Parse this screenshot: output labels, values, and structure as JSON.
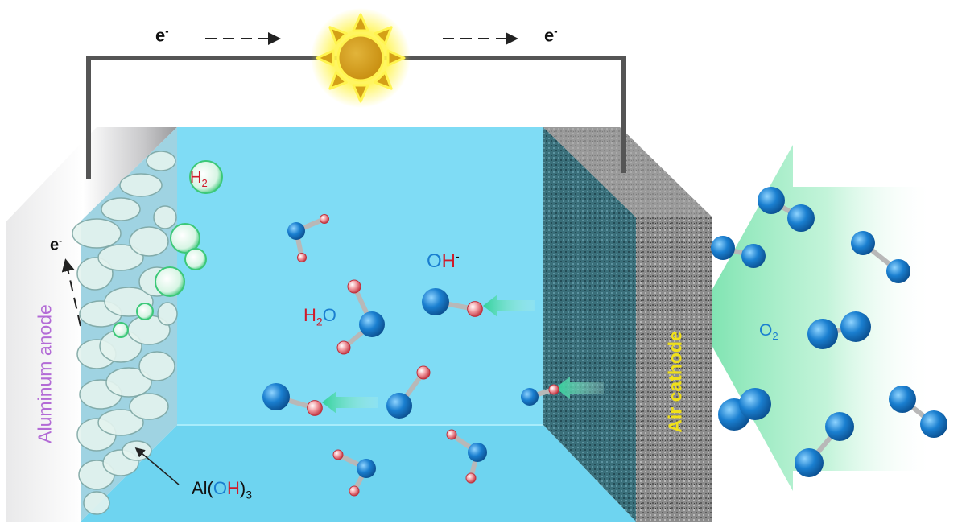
{
  "circuit": {
    "electron_left": "e",
    "electron_right": "e",
    "electron_superscript": "-"
  },
  "anode": {
    "label": "Aluminum anode",
    "electron": "e",
    "electron_superscript": "-"
  },
  "cathode": {
    "label": "Air cathode"
  },
  "species": {
    "h2": {
      "H": "H",
      "sub": "2"
    },
    "h2o": {
      "H": "H",
      "sub": "2",
      "O": "O"
    },
    "oh": {
      "O": "O",
      "H": "H",
      "sup": "-"
    },
    "aloh3": {
      "Al": "Al(",
      "O": "O",
      "H": "H",
      "close": ")",
      "sub": "3"
    },
    "o2": {
      "O": "O",
      "sub": "2"
    }
  },
  "colors": {
    "electrolyte": "#7fdcf5",
    "electrolyte_floor": "#6ed4f0",
    "wire": "#555555",
    "sun": "#d4a017",
    "sun_glow": "#fff44f",
    "anode_label": "#b36bd6",
    "cathode_label": "#f0e01a",
    "oxygen_atom": "#1a7fd0",
    "hydrogen_atom": "#d9534f",
    "bubble": "#3cc878",
    "arrow_green": "#2fd19a",
    "o2_band": "#6fe0a8",
    "species_blue": "#1a7fd0",
    "species_red": "#d01a2a"
  }
}
